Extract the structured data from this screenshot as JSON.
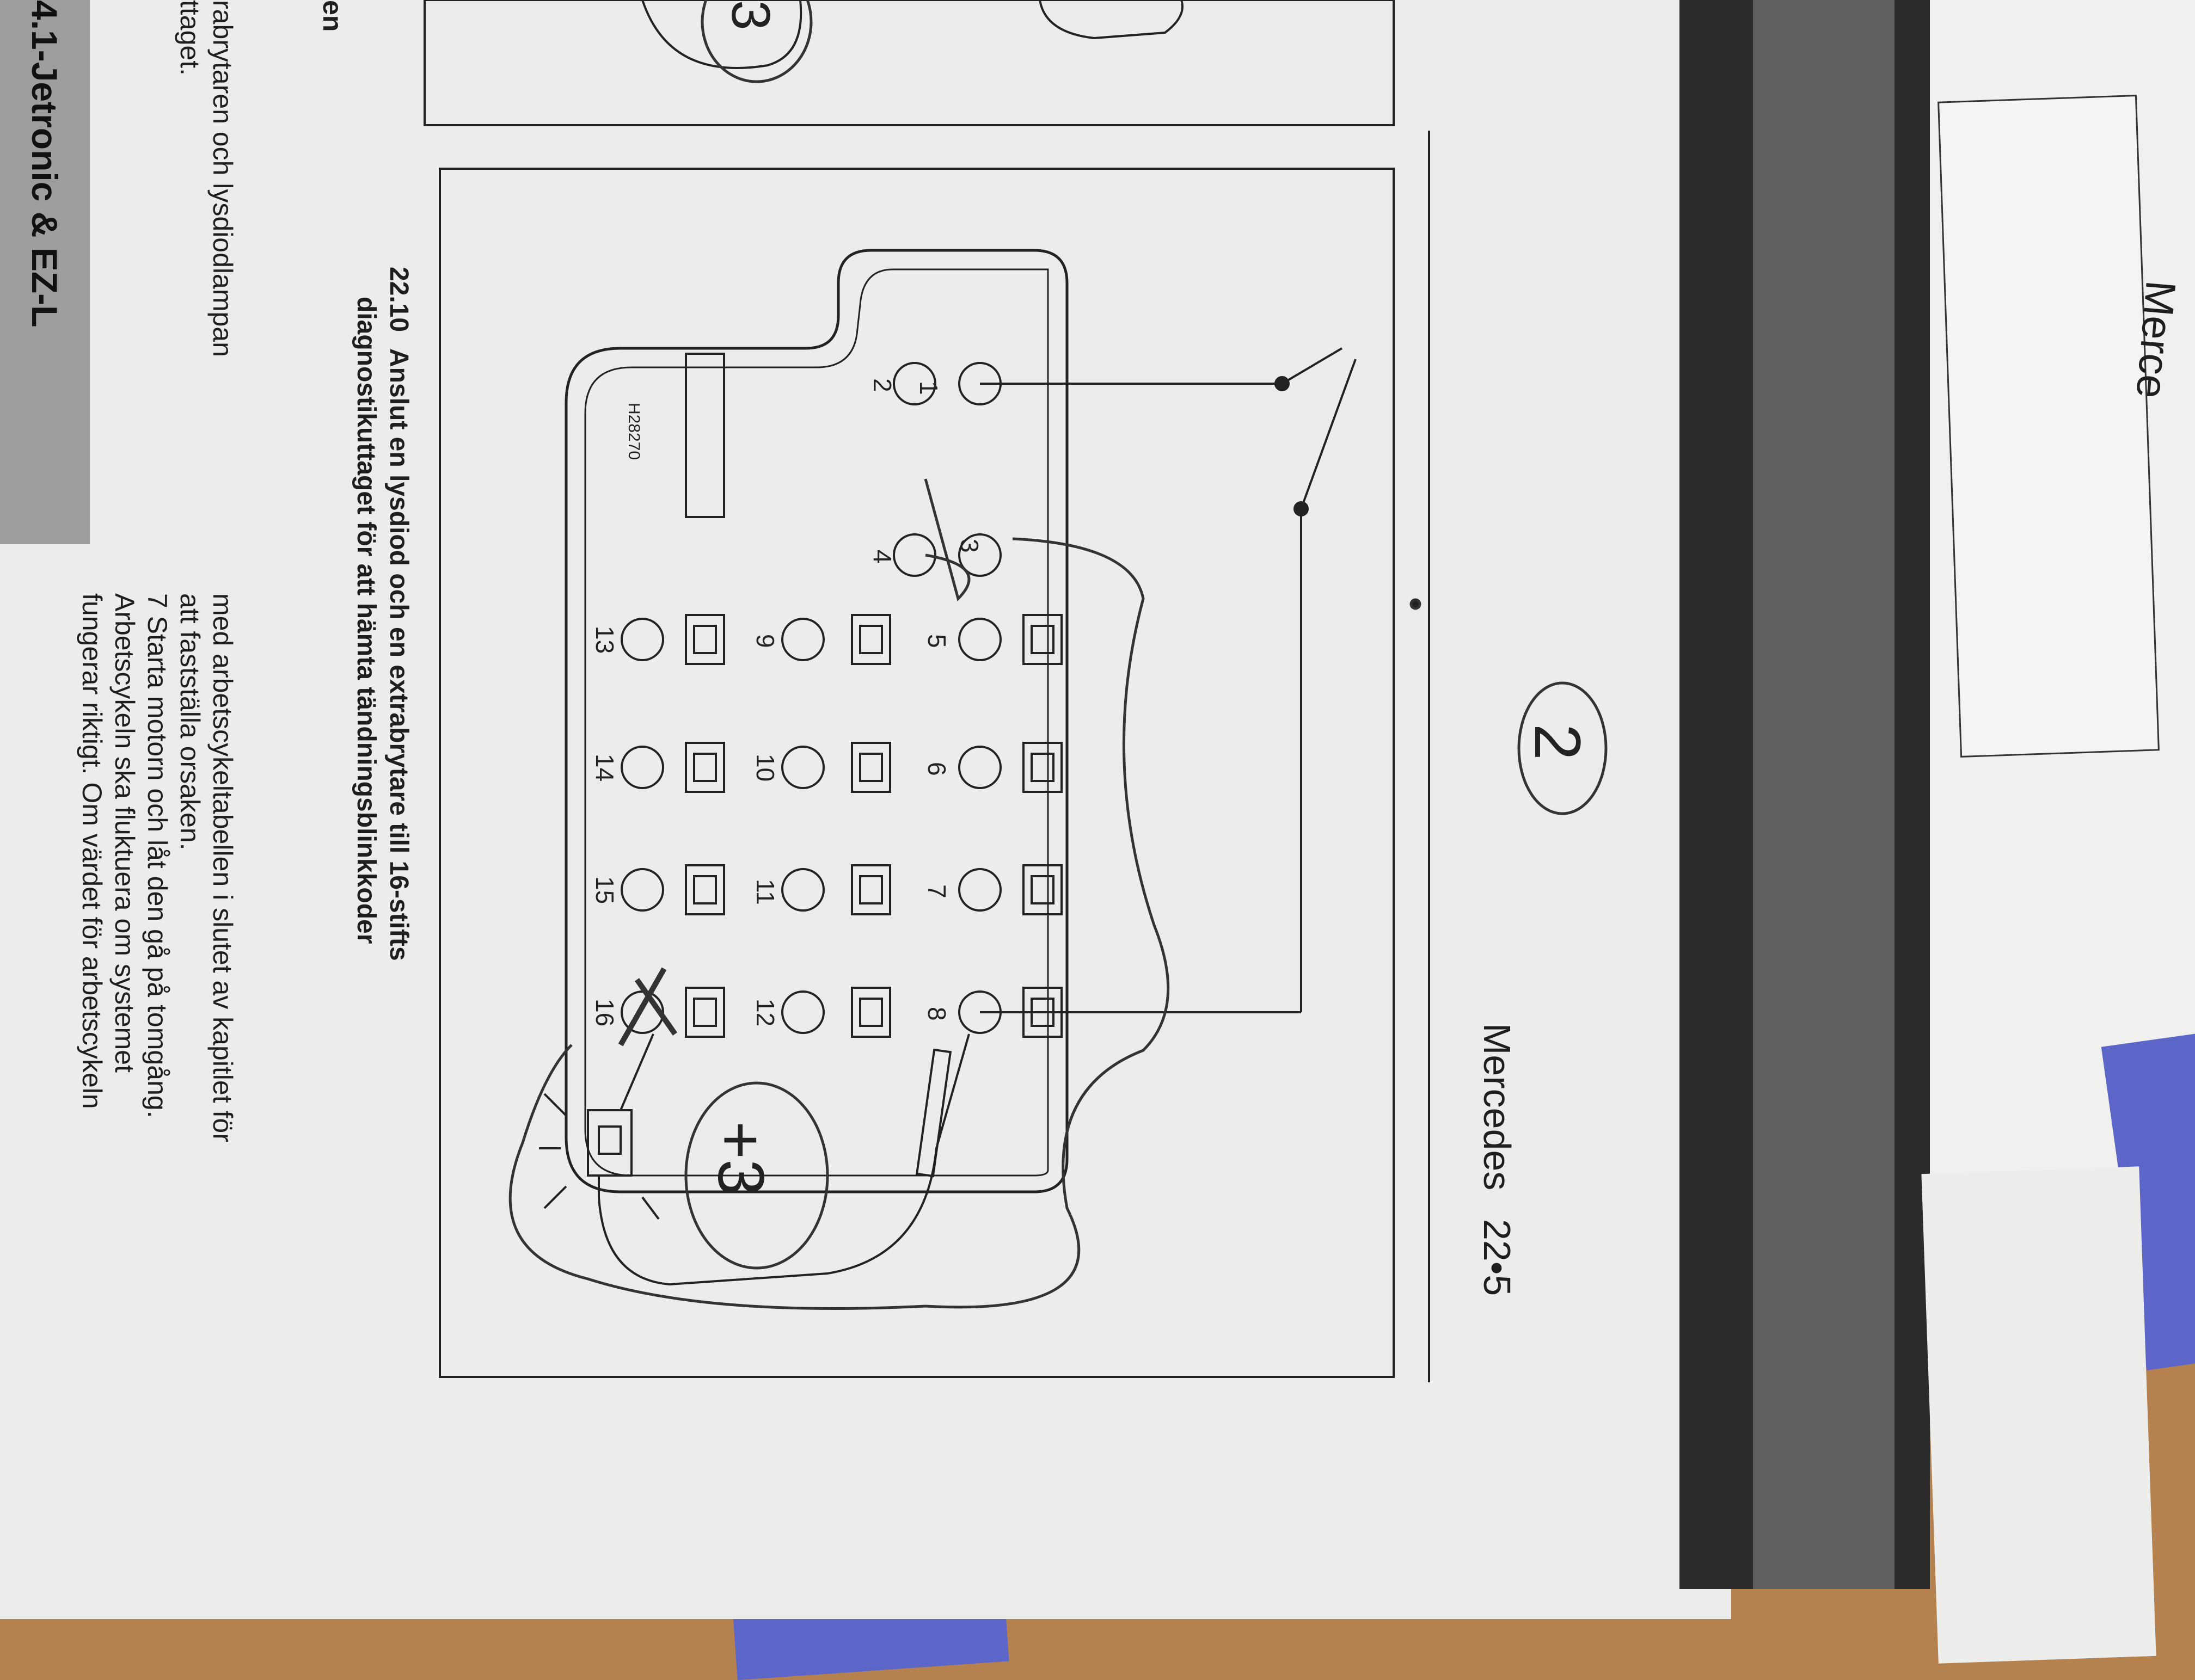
{
  "page_header": {
    "title": "Mercedes",
    "page_number": "22•5"
  },
  "second_page": {
    "header_fragment": "Merce"
  },
  "handwriting": {
    "circled_top": "2",
    "circled_plus": "+3",
    "circled_corner": "3"
  },
  "figure": {
    "caption_number": "22.10",
    "caption_line1": "Anslut en lysdiod och en extrabrytare till 16-stifts",
    "caption_line2": "diagnostikuttaget för att hämta tändningsblinkkoder",
    "ref_code": "H28270",
    "pin_labels": [
      "1",
      "2",
      "3",
      "4",
      "5",
      "6",
      "7",
      "8",
      "9",
      "10",
      "11",
      "12",
      "13",
      "14",
      "15",
      "16"
    ]
  },
  "body_text": {
    "col_right": [
      "med arbetscykeltabellen i slutet av kapitlet för",
      "att fastställa orsaken.",
      "7 Starta motorn och låt den gå på tomgång.",
      "Arbetscykeln ska fluktuera om systemet",
      "fungerar riktigt. Om värdet för arbetscykeln"
    ],
    "col_left": [
      "en",
      "rabrytaren och lysdiodlampan",
      "ttaget."
    ],
    "section_heading": "4.1-Jetronic & EZ-L"
  },
  "colors": {
    "wood": "#b5824f",
    "paper": "#eeeeea",
    "ink": "#1e1e1e",
    "binder_dark": "#2d2d2d",
    "binder_mid": "#6e6e6e",
    "heading_bar": "#9e9e9e"
  }
}
